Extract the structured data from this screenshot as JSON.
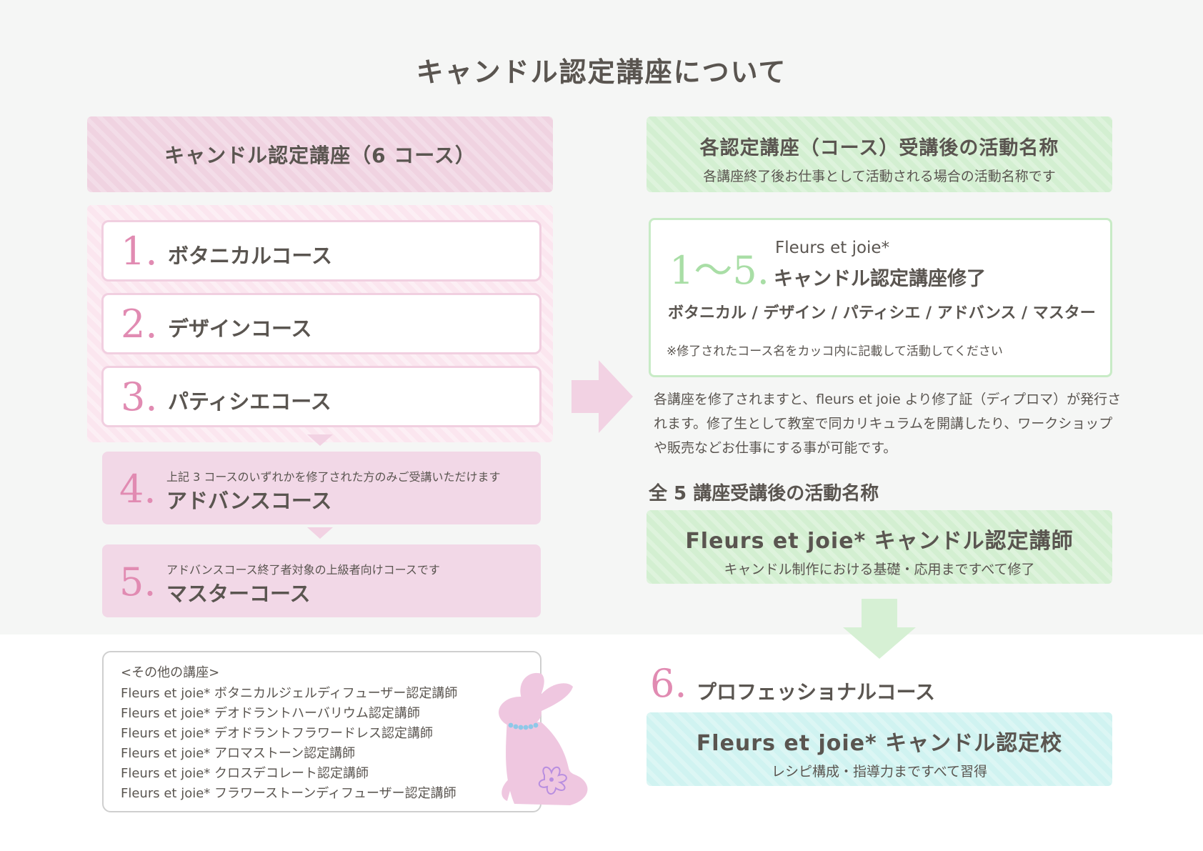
{
  "title": "キャンドル認定講座について",
  "left_header": "キャンドル認定講座（6 コース）",
  "courses": [
    {
      "num": "1.",
      "name": "ボタニカルコース"
    },
    {
      "num": "2.",
      "name": "デザインコース"
    },
    {
      "num": "3.",
      "name": "パティシエコース"
    },
    {
      "num": "4.",
      "name": "アドバンスコース",
      "note": "上記 3 コースのいずれかを修了された方のみご受講いただけます"
    },
    {
      "num": "5.",
      "name": "マスターコース",
      "note": "アドバンスコース終了者対象の上級者向けコースです"
    }
  ],
  "right_header": {
    "title": "各認定講座（コース）受講後の活動名称",
    "subtitle": "各講座終了後お仕事として活動される場合の活動名称です"
  },
  "certificate_box": {
    "range": "1〜5.",
    "brand": "Fleurs et joie*",
    "title": "キャンドル認定講座修了",
    "list": "ボタニカル / デザイン / パティシエ / アドバンス / マスター",
    "note": "※修了されたコース名をカッコ内に記載して活動してください"
  },
  "description": "各講座を修了されますと、fleurs et joie より修了証（ディプロマ）が発行されます。修了生として教室で同カリキュラムを開講したり、ワークショップや販売などお仕事にする事が可能です。",
  "after_all5": {
    "label": "全 5 講座受講後の活動名称",
    "title": "Fleurs et joie*  キャンドル認定講師",
    "subtitle": "キャンドル制作における基礎・応用まですべて修了"
  },
  "pro_course": {
    "num": "6.",
    "name": "プロフェッショナルコース",
    "title": "Fleurs et joie*  キャンドル認定校",
    "subtitle": "レシピ構成・指導力まですべて習得"
  },
  "other_courses": {
    "title": "<その他の講座>",
    "items": [
      "Fleurs et joie* ボタニカルジェルディフューザー認定講師",
      "Fleurs et joie* デオドラントハーバリウム認定講師",
      "Fleurs et joie* デオドラントフラワードレス認定講師",
      "Fleurs et joie* アロマストーン認定講師",
      "Fleurs et joie* クロスデコレート認定講師",
      "Fleurs et joie* フラワーストーンディフューザー認定講師"
    ]
  },
  "colors": {
    "pink_accent": "#e18bb2",
    "pink_bg": "#f0d3e1",
    "green_bg": "#d3efd1",
    "cyan_bg": "#d0f3f1",
    "text": "#5a5550"
  },
  "icons": [
    "arrow-right-icon",
    "arrow-down-icon",
    "rabbit-icon"
  ]
}
